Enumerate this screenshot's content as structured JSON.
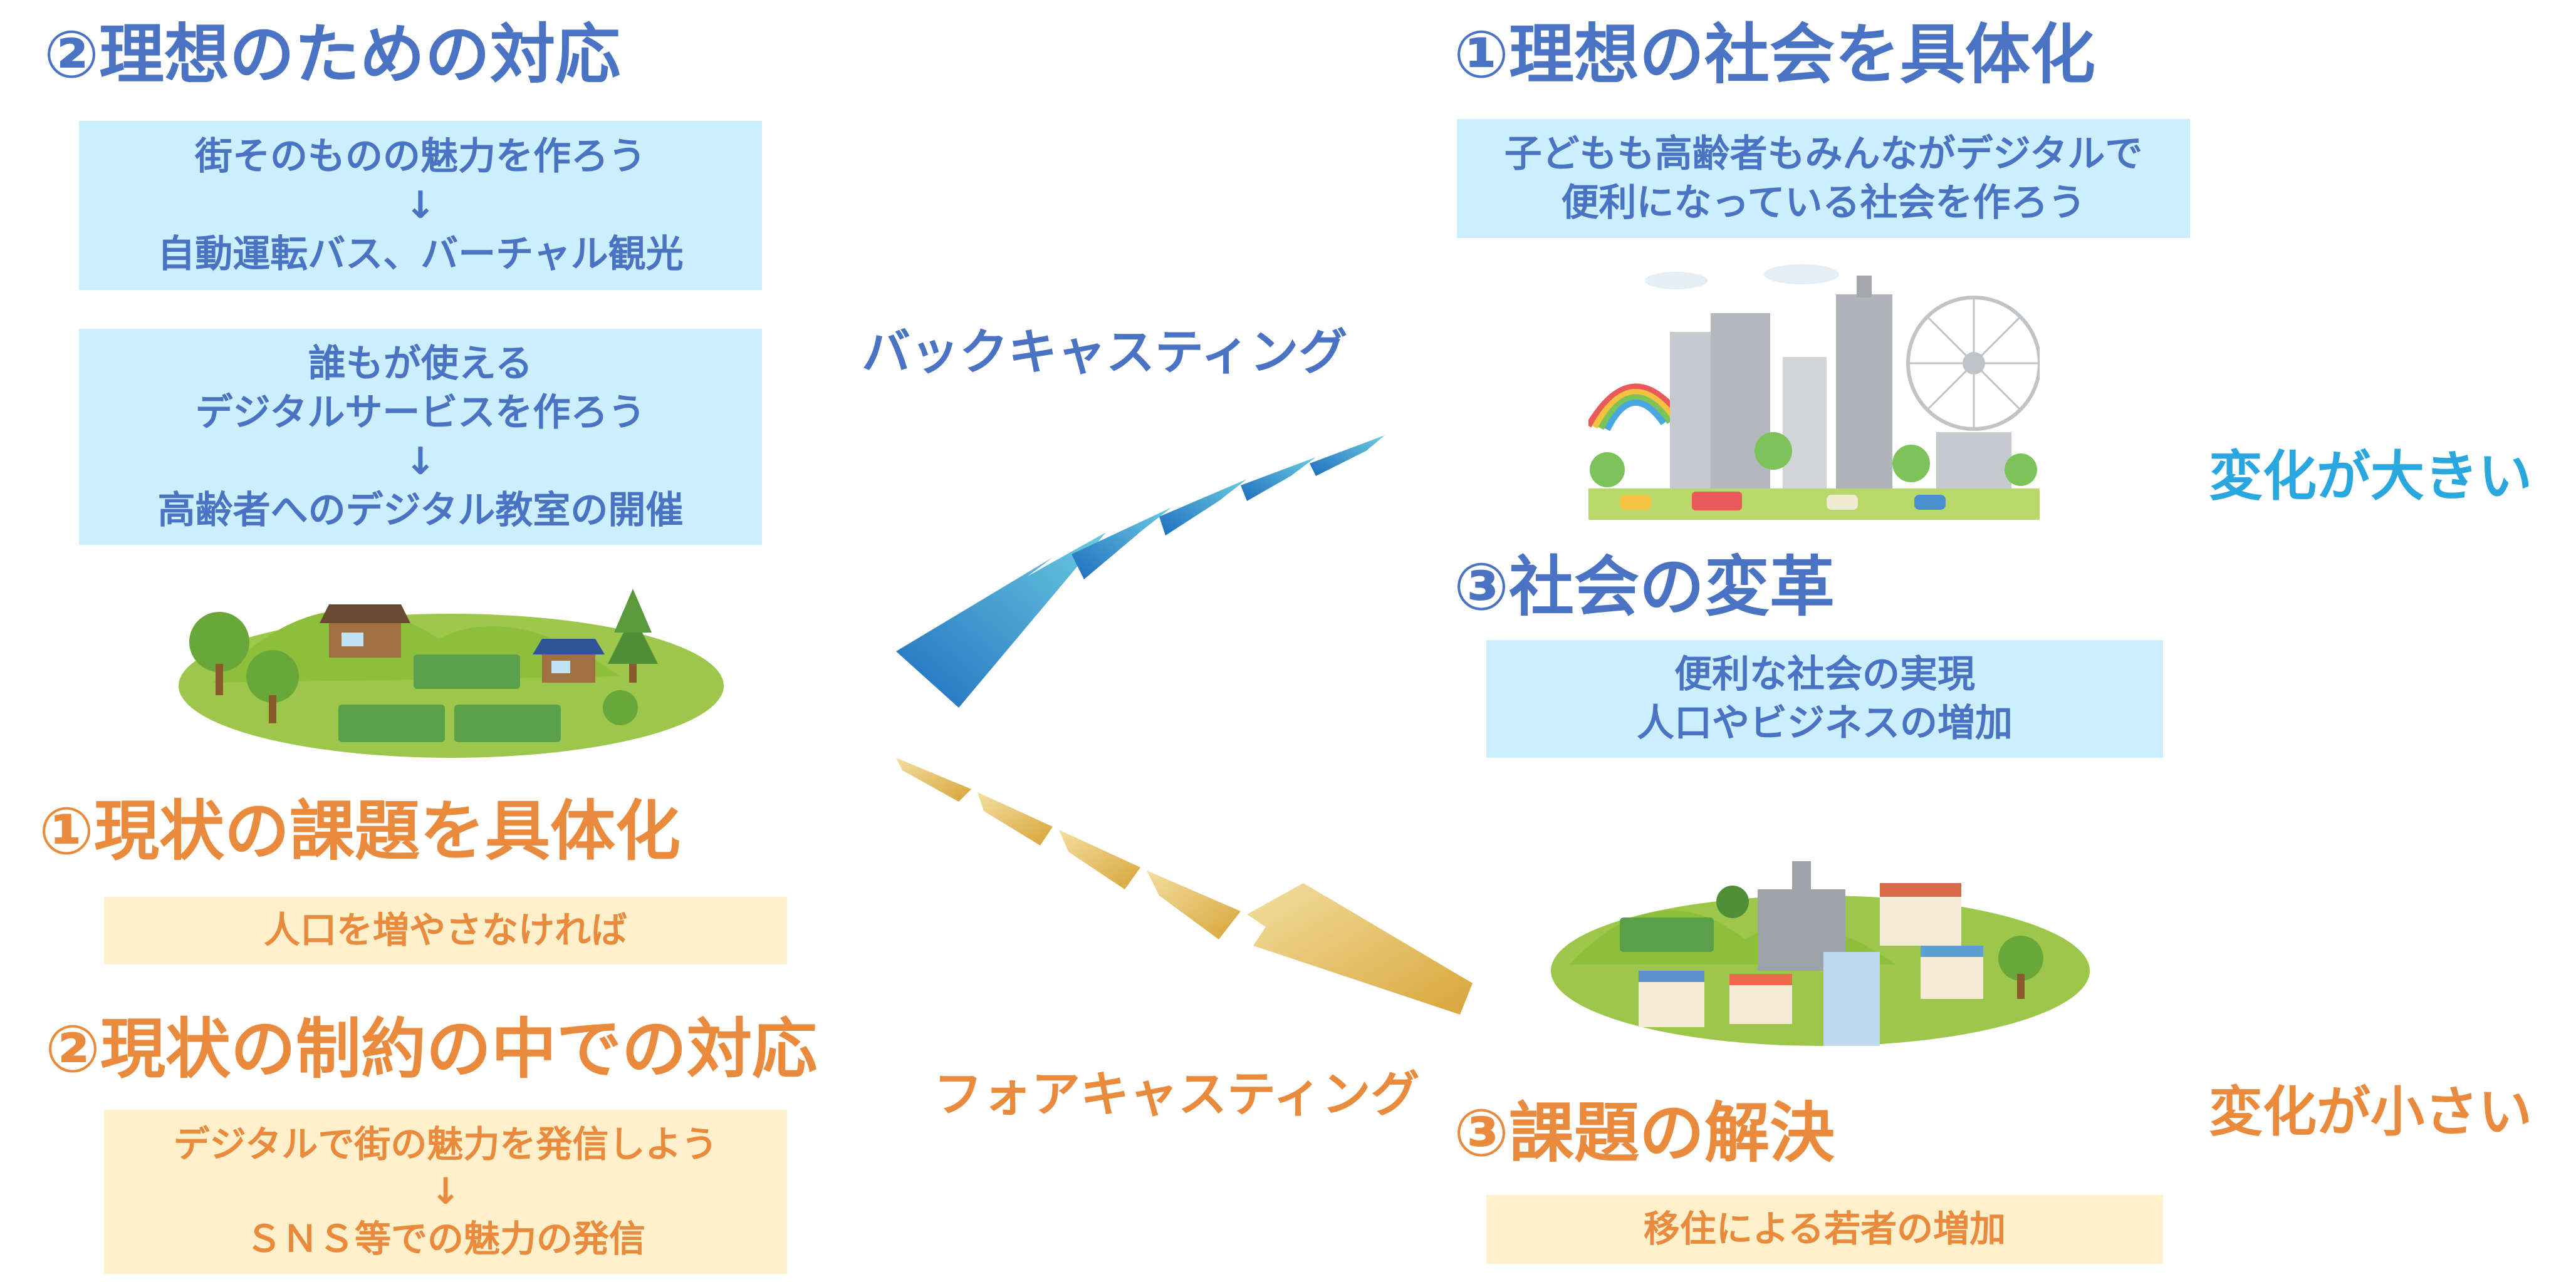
{
  "left": {
    "heading_ideal_response": "②理想のための対応",
    "box_ideal_1": {
      "line1": "街そのものの魅力を作ろう",
      "arrow": "↓",
      "line2": "自動運転バス、バーチャル観光"
    },
    "box_ideal_2": {
      "line1": "誰もが使える",
      "line2": "デジタルサービスを作ろう",
      "arrow": "↓",
      "line3": "高齢者へのデジタル教室の開催"
    },
    "heading_current_issue": "①現状の課題を具体化",
    "box_current_issue": "人口を増やさなければ",
    "heading_current_response": "②現状の制約の中での対応",
    "box_current_response": {
      "line1": "デジタルで街の魅力を発信しよう",
      "arrow": "↓",
      "line2": "ＳＮＳ等での魅力の発信"
    }
  },
  "center": {
    "backcasting_label": "バックキャスティング",
    "forecasting_label": "フォアキャスティング"
  },
  "right": {
    "heading_ideal_society": "①理想の社会を具体化",
    "box_ideal_society": {
      "line1": "子どもも高齢者もみんながデジタルで",
      "line2": "便利になっている社会を作ろう"
    },
    "heading_social_change": "③社会の変革",
    "box_social_change": {
      "line1": "便利な社会の実現",
      "line2": "人口やビジネスの増加"
    },
    "heading_problem_solved": "③課題の解決",
    "box_problem_solved": "移住による若者の増加",
    "label_big_change": "変化が大きい",
    "label_small_change": "変化が小さい"
  },
  "colors": {
    "blue_text": "#4a73c4",
    "orange_text": "#ea8a3c",
    "blue_box": "#ccefff",
    "orange_box": "#fff0cc",
    "cyan_text": "#2aa7de"
  }
}
